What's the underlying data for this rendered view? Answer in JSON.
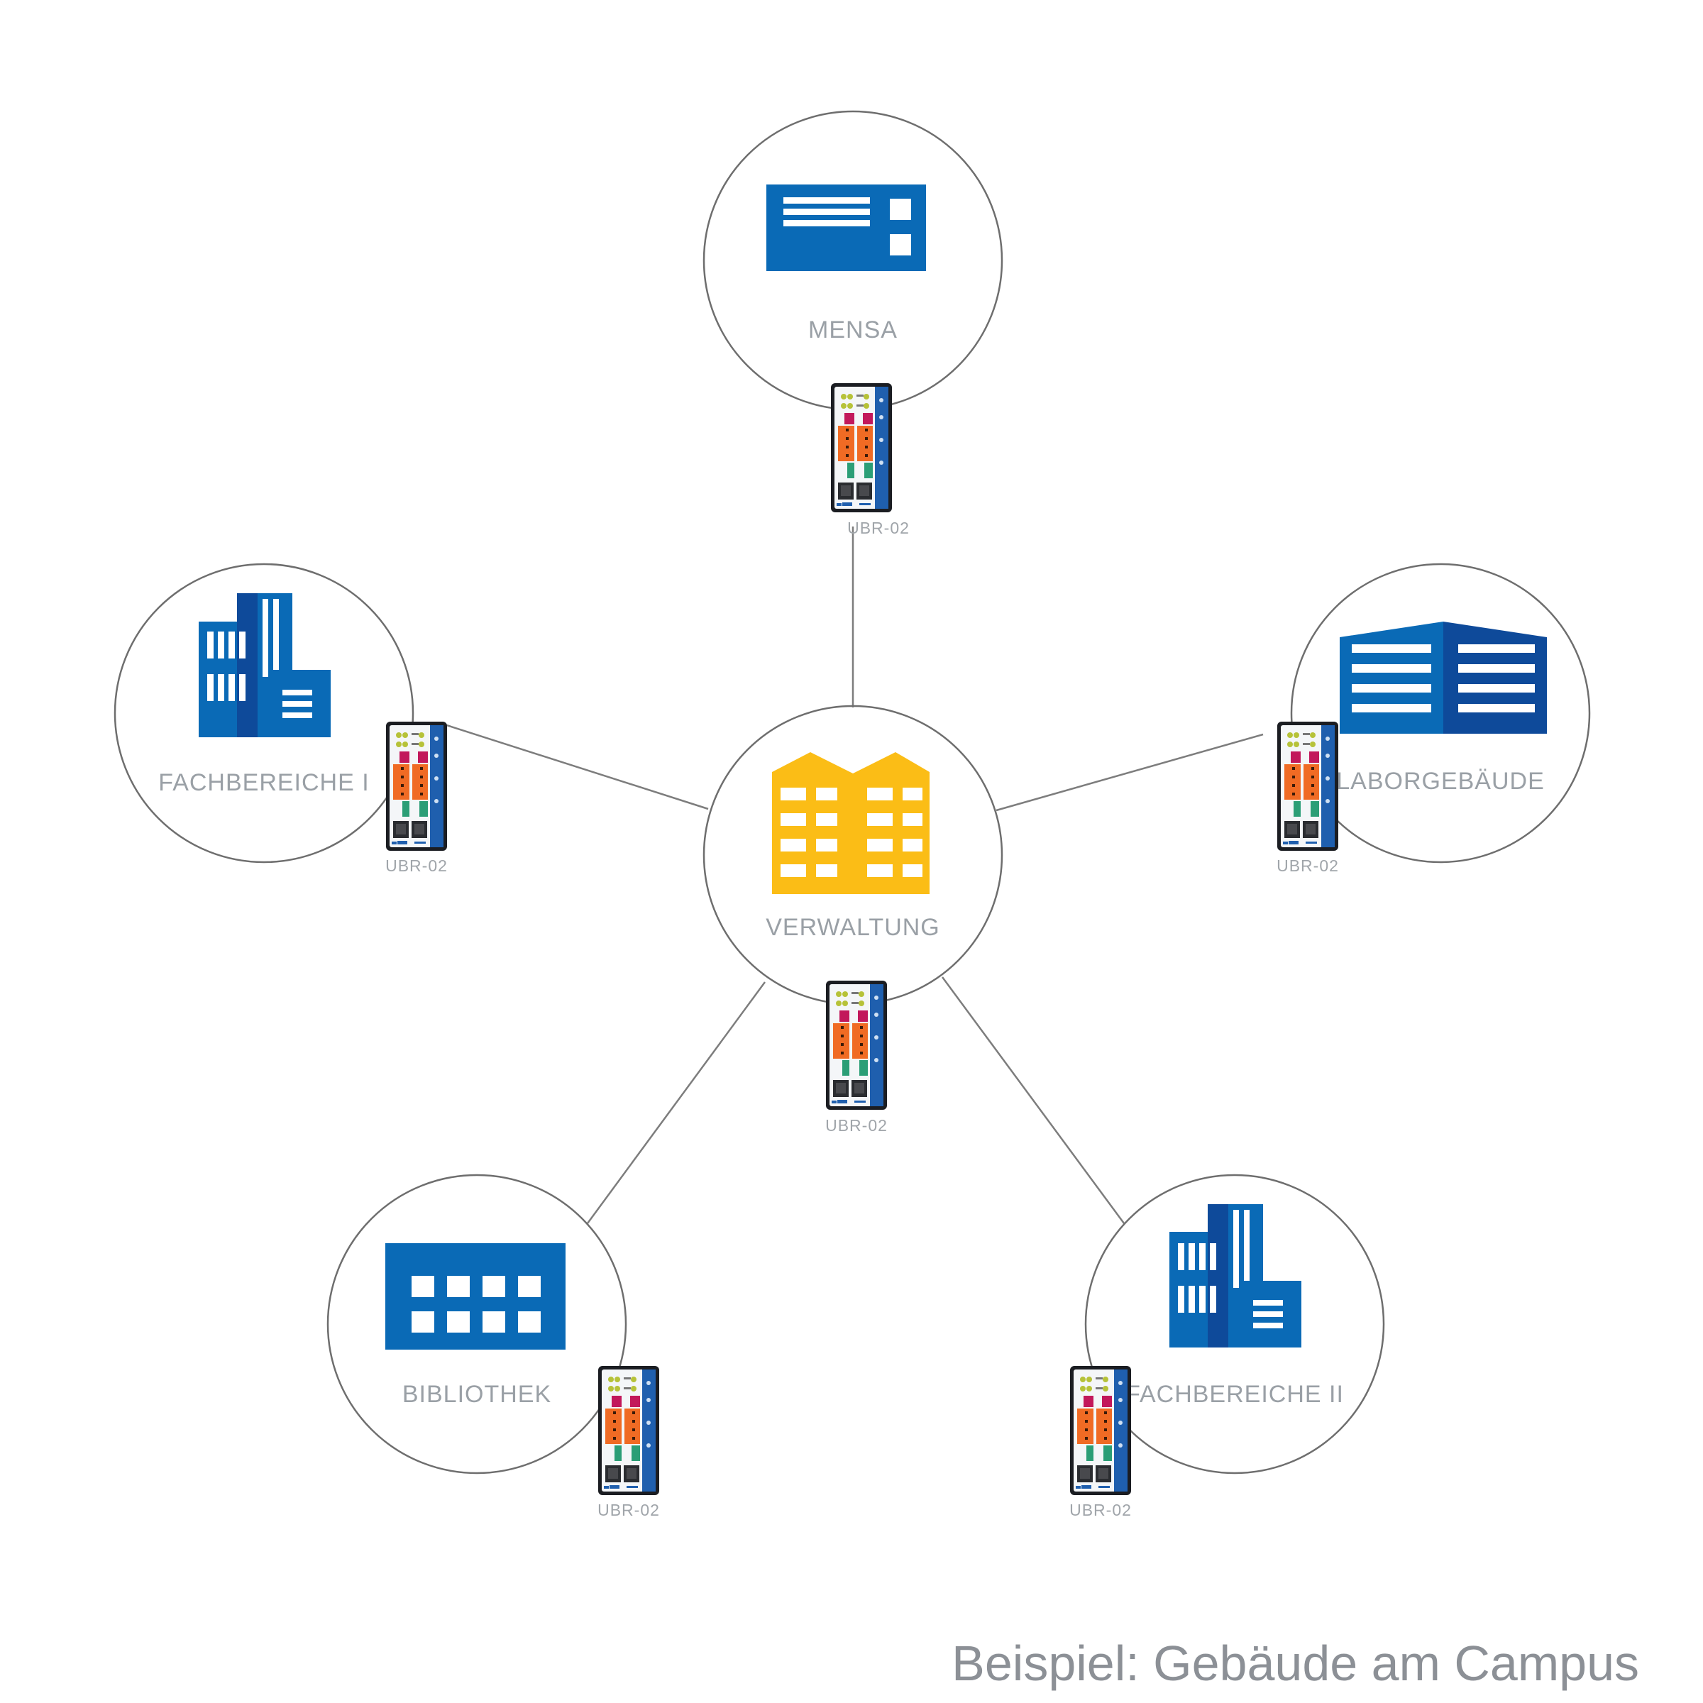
{
  "nodes": {
    "mensa": "MENSA",
    "fachbereiche1": "FACHBEREICHE I",
    "verwaltung": "VERWALTUNG",
    "laborgebaeude": "LABORGEBÄUDE",
    "bibliothek": "BIBLIOTHEK",
    "fachbereiche2": "FACHBEREICHE II"
  },
  "devices": {
    "mensa": "UBR-02",
    "fachbereiche1": "UBR-02",
    "verwaltung": "UBR-02",
    "laborgebaeude": "UBR-02",
    "bibliothek": "UBR-02",
    "fachbereiche2": "UBR-02"
  },
  "caption": "Beispiel: Gebäude am Campus",
  "colors": {
    "blue": "#0a6ab6",
    "dark_blue": "#0e4a9a",
    "yellow": "#fbbd16",
    "line": "#7d7d7d"
  }
}
